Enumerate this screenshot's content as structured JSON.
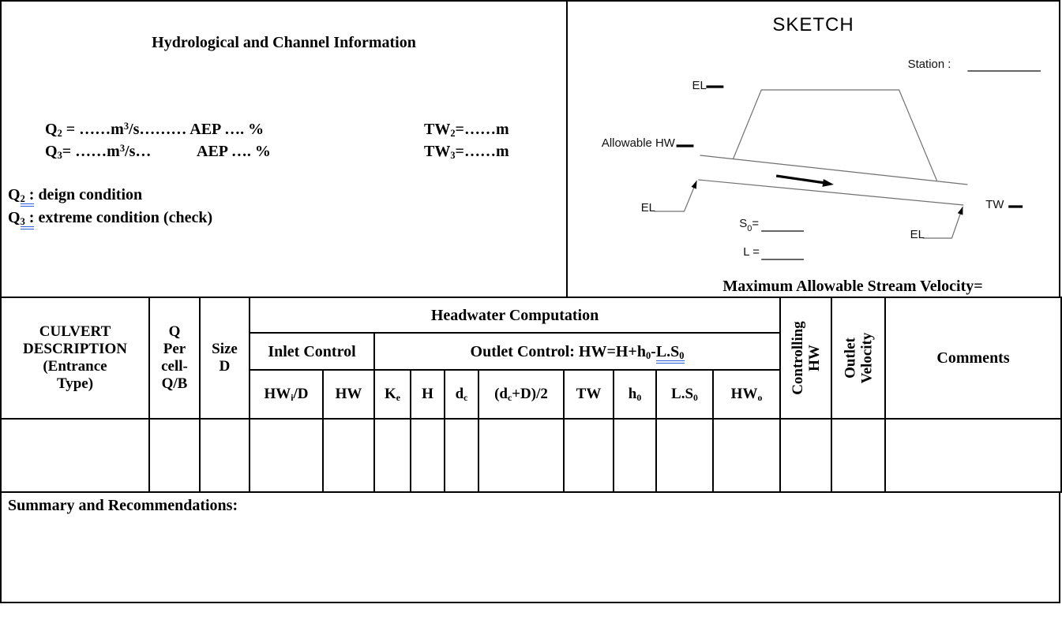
{
  "colors": {
    "grammar_underline": "#2b5cd9",
    "sketch_line": "#707070"
  },
  "hydrology": {
    "title": "Hydrological and Channel Information",
    "equations": [
      {
        "q": "Q_{2} = ……m^{3}/s……… AEP …. %",
        "tw": "TW_{2}=……m"
      },
      {
        "q": "Q_{3}= ……m^{3}/s…",
        "aep": "AEP …. %",
        "tw": "TW_{3}=……m"
      }
    ],
    "notes": [
      {
        "pre": "Q",
        "marked": "_{2} :",
        "post": " deign condition"
      },
      {
        "pre": "Q",
        "marked": "_{3} :",
        "post": " extreme condition (check)"
      }
    ]
  },
  "sketch": {
    "title": "SKETCH",
    "station_label": "Station :",
    "el_top": "EL",
    "allowable_hw": "Allowable HW",
    "el_inlet": "EL",
    "s0_base": "S",
    "s0_sub": "0",
    "s0_eq": "=",
    "l_label": "L =",
    "el_outlet": "EL",
    "tw_label": "TW",
    "max_velocity": "Maximum Allowable Stream Velocity="
  },
  "table": {
    "culvert_header": "CULVERT\nDESCRIPTION\n(Entrance\nType)",
    "q_per_cell_header": "Q\nPer\ncell-\nQ/B",
    "size_header": "Size\nD",
    "headwater_header": "Headwater Computation",
    "inlet_control_header": "Inlet Control",
    "outlet_control_pre": "Outlet Control: HW=H+h_{0}-",
    "outlet_control_marked": "L.S_{0}",
    "sub_headers": [
      "HW_{i}/D",
      "HW",
      "K_{e}",
      "H",
      "d_{c}",
      "(d_{c}+D)/2",
      "TW",
      "h_{0}",
      "L.S_{0}",
      "HW_{o}"
    ],
    "controlling_hw_header": "Controlling\nHW",
    "outlet_velocity_header": "Outlet\nVelocity",
    "comments_header": "Comments",
    "data_row": [
      "",
      "",
      "",
      "",
      "",
      "",
      "",
      "",
      "",
      "",
      "",
      "",
      "",
      "",
      "",
      ""
    ]
  },
  "summary": {
    "label": "Summary and Recommendations:"
  }
}
